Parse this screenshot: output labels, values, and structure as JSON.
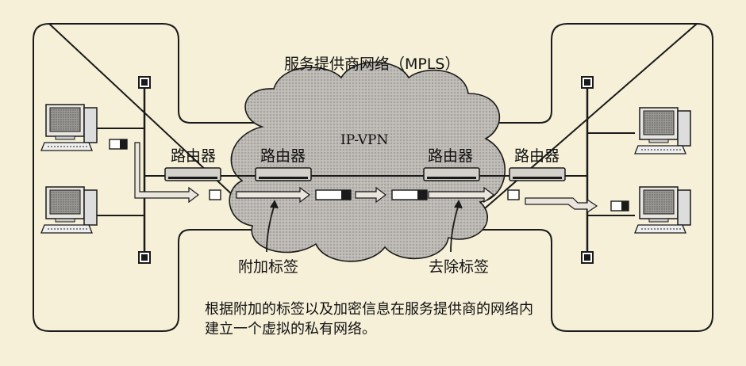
{
  "title": "服务提供商网络（MPLS）",
  "cloud_label": "IP-VPN",
  "routers": {
    "left_edge": "路由器",
    "left_core": "路由器",
    "right_core": "路由器",
    "right_edge": "路由器"
  },
  "annotations": {
    "attach": "附加标签",
    "remove": "去除标签"
  },
  "caption": "根据附加的标签以及加密信息在服务提供商的网络内建立一个虚拟的私有网络。",
  "colors": {
    "background": "#f6f0d8",
    "cloud": "#b4b0ac",
    "line": "#1a1a1a"
  }
}
